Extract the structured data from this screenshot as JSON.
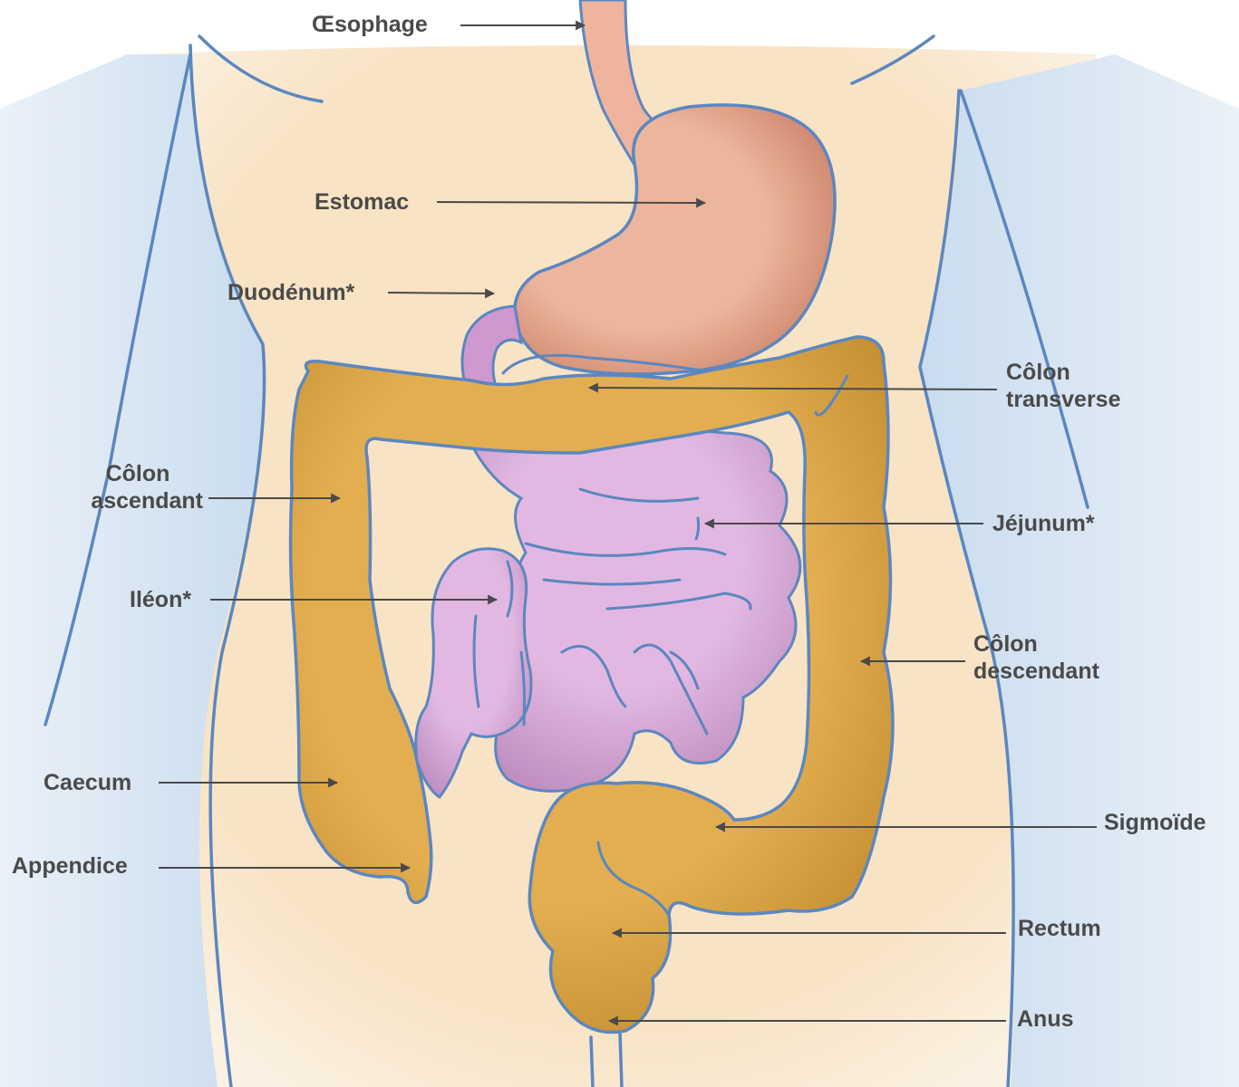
{
  "labels": {
    "oesophage": "Œsophage",
    "estomac": "Estomac",
    "duodenum": "Duodénum*",
    "colon_transverse": [
      "Côlon",
      "transverse"
    ],
    "colon_ascendant": [
      "Côlon",
      "ascendant"
    ],
    "jejunum": "Jéjunum*",
    "ileon": "Iléon*",
    "colon_descendant": [
      "Côlon",
      "descendant"
    ],
    "caecum": "Caecum",
    "sigmoide": "Sigmoïde",
    "appendice": "Appendice",
    "rectum": "Rectum",
    "anus": "Anus"
  },
  "colors": {
    "skin": "#f8e3c4",
    "side_shadow": "#cfe0ef",
    "outline": "#5b87c0",
    "stomach": "#eab299",
    "colon": "#e2ad4e",
    "small_intestine": "#d7a6d7",
    "duodenum": "#c890c8",
    "label_text": "#4a4a4a",
    "arrow": "#4a4a4a"
  }
}
